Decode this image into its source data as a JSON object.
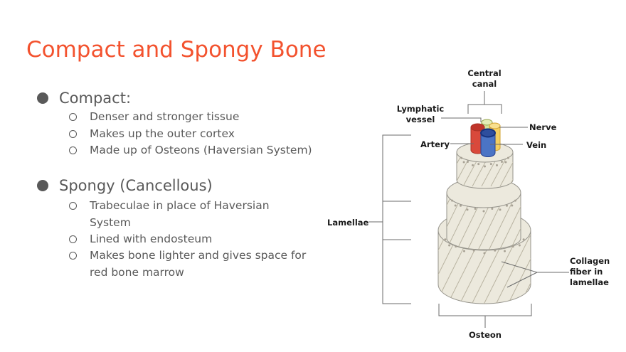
{
  "slide": {
    "title": "Compact and Spongy Bone",
    "bullets": [
      {
        "label": "Compact:",
        "subs": [
          "Denser and stronger tissue",
          "Makes up the outer cortex",
          "Made up of Osteons (Haversian System)"
        ]
      },
      {
        "label": "Spongy (Cancellous)",
        "subs": [
          "Trabeculae in place of Haversian System",
          "Lined with endosteum",
          "Makes bone lighter and gives space for red bone marrow"
        ]
      }
    ]
  },
  "diagram": {
    "labels": {
      "central_canal": "Central\ncanal",
      "lymphatic_vessel": "Lymphatic\nvessel",
      "nerve": "Nerve",
      "artery": "Artery",
      "vein": "Vein",
      "lamellae": "Lamellae",
      "collagen_fiber": "Collagen\nfiber in\nlamellae",
      "osteon": "Osteon"
    },
    "colors": {
      "title_accent": "#F3522E",
      "body_text": "#595959",
      "label_text": "#1A1A1A",
      "bone_fill": "#ECE9DD",
      "bone_outline": "#95938B",
      "hatch": "#B8B3A1",
      "rim_dots": "#A8A295",
      "artery_red": "#D9493B",
      "vein_blue": "#4B74C5",
      "nerve_yellow": "#F4CF60",
      "lymph_green": "#D5E29B",
      "leader_line": "#6B6B6B"
    }
  }
}
